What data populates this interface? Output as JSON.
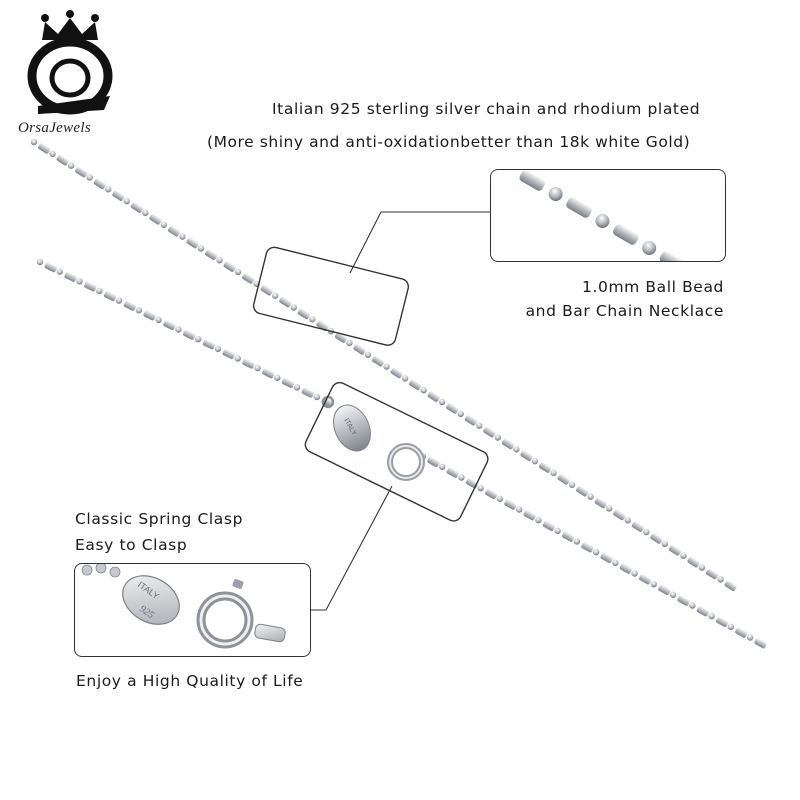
{
  "brand": {
    "name": "OrsaJewels"
  },
  "texts": {
    "headline": "Italian 925 sterling silver chain and rhodium plated",
    "subline": "(More shiny and anti-oxidationbetter than 18k white Gold)",
    "bead_line1": "1.0mm Ball Bead",
    "bead_line2": "and Bar Chain Necklace",
    "clasp_line1": "Classic Spring Clasp",
    "clasp_line2": "Easy to Clasp",
    "quality": "Enjoy a High Quality of Life"
  },
  "tag_text": {
    "italy": "ITALY",
    "fineness": "925"
  },
  "colors": {
    "text": "#1a1a1a",
    "silver": "#c9cbcf",
    "silver_dark": "#8d9096",
    "frame": "#333333"
  }
}
